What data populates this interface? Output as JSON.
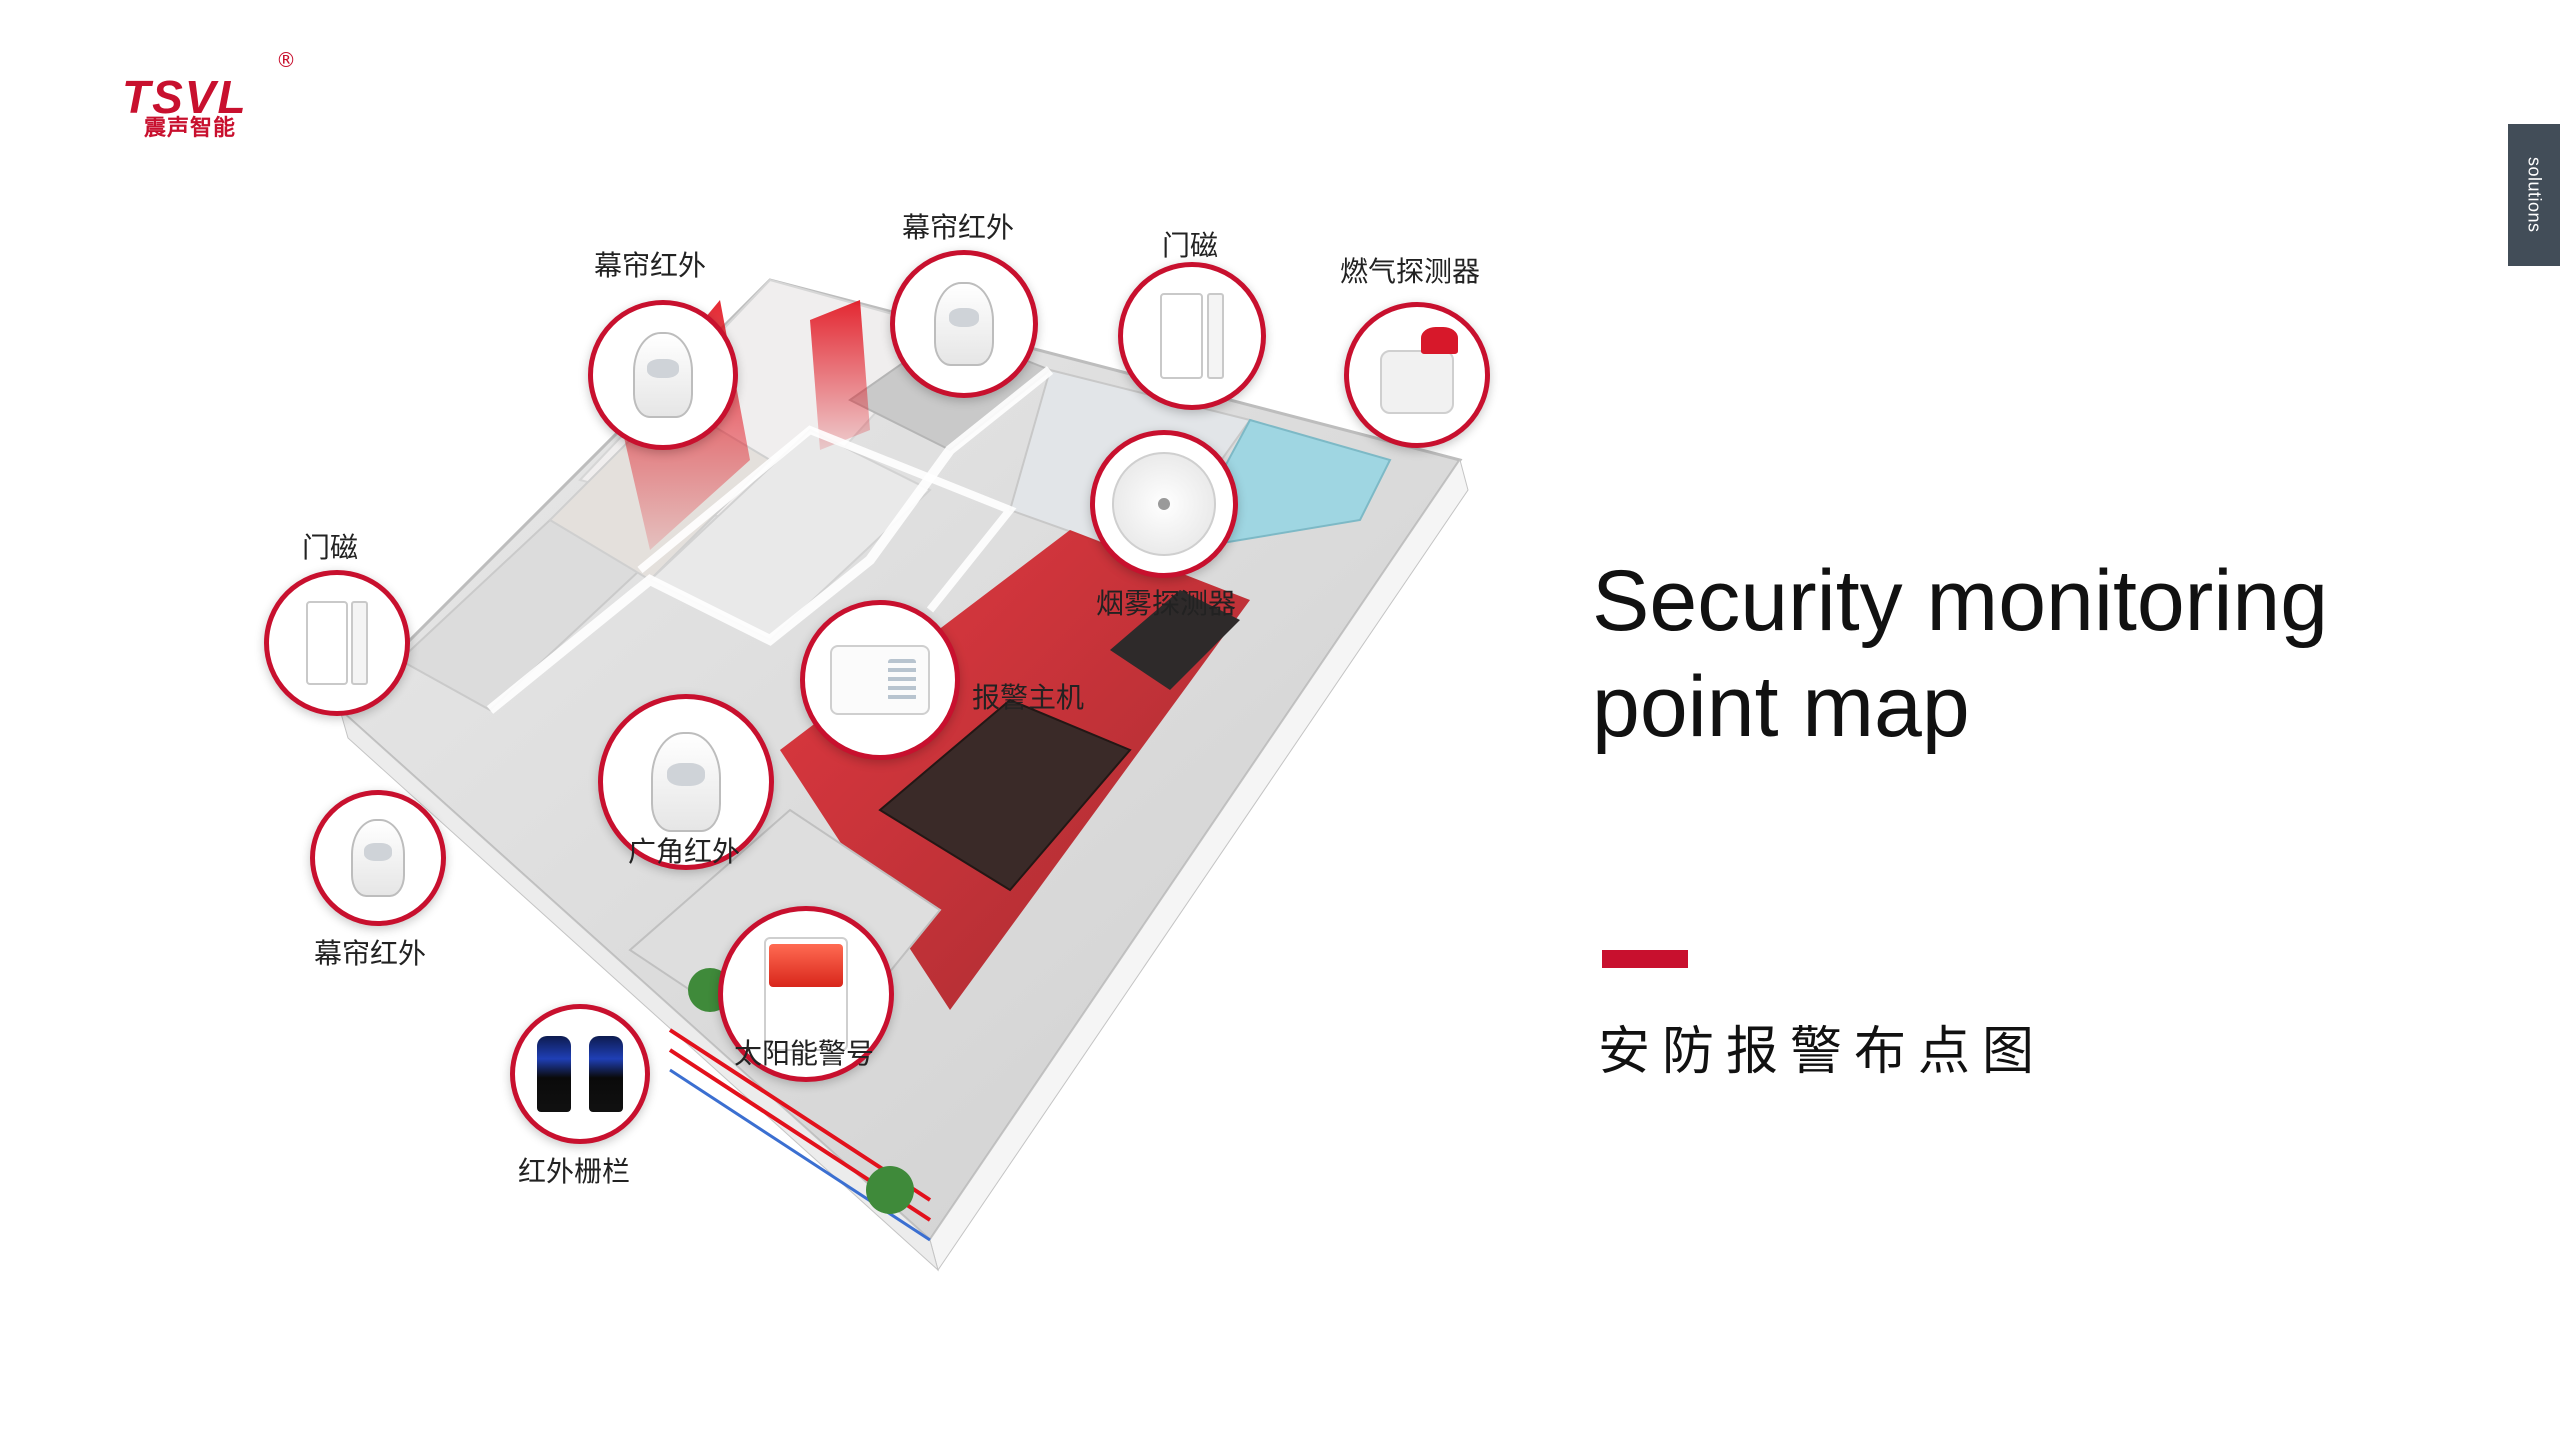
{
  "logo": {
    "mark": "TSVL",
    "registered": "®",
    "company_cn": "震声智能",
    "brand_color": "#c8102e"
  },
  "side_tab": {
    "label": "solutions",
    "background": "#424d58"
  },
  "title": {
    "headline": "Security monitoring point map",
    "subtitle": "安防报警布点图",
    "accent_color": "#c8102e"
  },
  "floor_plan": {
    "devices": [
      {
        "label": "幕帘红外",
        "icon": "curtain-pir-sensor-icon"
      },
      {
        "label": "幕帘红外",
        "icon": "curtain-pir-sensor-icon"
      },
      {
        "label": "门磁",
        "icon": "door-contact-sensor-icon"
      },
      {
        "label": "燃气探测器",
        "icon": "gas-detector-icon"
      },
      {
        "label": "门磁",
        "icon": "door-contact-sensor-icon"
      },
      {
        "label": "烟雾探测器",
        "icon": "smoke-detector-icon"
      },
      {
        "label": "报警主机",
        "icon": "alarm-control-panel-icon"
      },
      {
        "label": "广角红外",
        "icon": "wide-angle-pir-sensor-icon"
      },
      {
        "label": "幕帘红外",
        "icon": "curtain-pir-sensor-icon"
      },
      {
        "label": "太阳能警号",
        "icon": "solar-siren-icon"
      },
      {
        "label": "红外栅栏",
        "icon": "infrared-beam-barrier-icon"
      }
    ],
    "detection_zone_color": "#d1141e"
  }
}
